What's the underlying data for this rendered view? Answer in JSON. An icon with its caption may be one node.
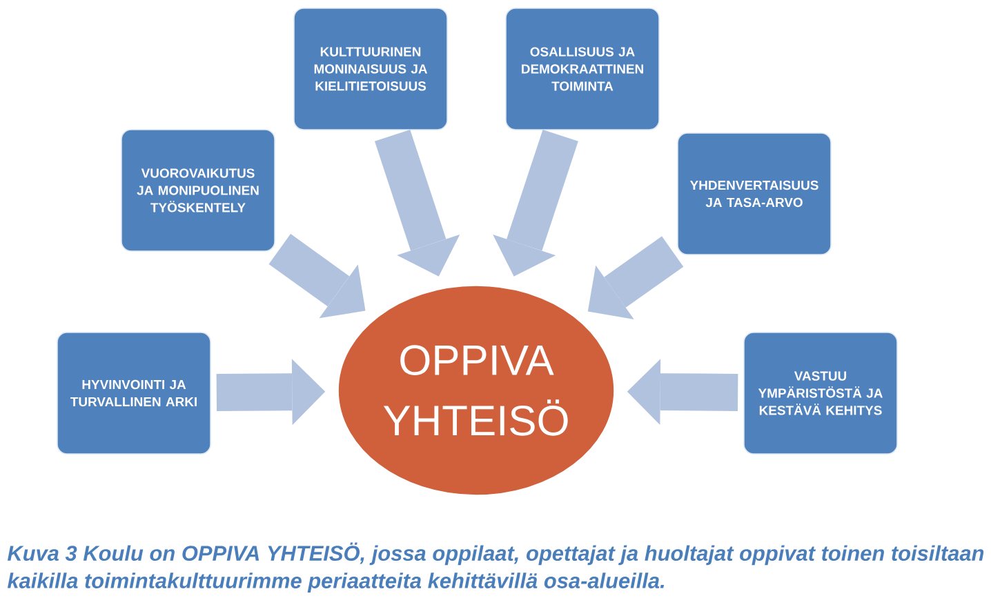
{
  "diagram": {
    "caption": "Kuva 3 Koulu on OPPIVA YHTEISÖ, jossa oppilaat, opettajat ja huoltajat oppivat toinen toisiltaan kaikilla toimintakulttuurimme periaatteita kehittävillä osa-alueilla.",
    "nodes": [
      {
        "text": [
          "KULTTUURINEN MONINAISUUS JA KIELITIETOISUUS"
        ]
      },
      {
        "text": [
          "OSALLISUUS JA DEMOKRAATTINEN TOIMINTA"
        ]
      },
      {
        "text": [
          "VUOROVAIKUTUS JA MONIPUOLINEN TYÖSKENTELY"
        ]
      },
      {
        "text": [
          "YHDENVERTAISUUS JA TASA-ARVO"
        ]
      },
      {
        "text": [
          "HYVINVOINTI JA TURVALLINEN ARKI"
        ]
      },
      {
        "text": [
          "OPPIVA YHTEISÖ"
        ]
      },
      {
        "text": [
          "VASTUU YMPÄRISTÖSTÄ JA KESTÄVÄ KEHITYS"
        ]
      }
    ],
    "edges": [
      {
        "from": 0,
        "to": 5,
        "arrow": "to"
      },
      {
        "from": 1,
        "to": 5,
        "arrow": "to"
      },
      {
        "from": 2,
        "to": 5,
        "arrow": "to"
      },
      {
        "from": 3,
        "to": 5,
        "arrow": "to"
      },
      {
        "from": 4,
        "to": 5,
        "arrow": "to"
      },
      {
        "from": 6,
        "to": 5,
        "arrow": "to"
      }
    ]
  }
}
